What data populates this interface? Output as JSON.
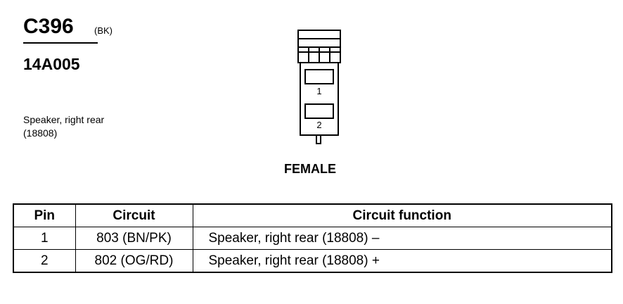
{
  "connector": {
    "id": "C396",
    "color": "(BK)",
    "part_number": "14A005",
    "description_line1": "Speaker, right rear",
    "description_line2": "(18808)",
    "gender": "FEMALE",
    "pin_labels": [
      "1",
      "2"
    ]
  },
  "table": {
    "headers": {
      "pin": "Pin",
      "circuit": "Circuit",
      "function": "Circuit function"
    },
    "rows": [
      {
        "pin": "1",
        "circuit": "803 (BN/PK)",
        "function": "Speaker, right rear (18808) –"
      },
      {
        "pin": "2",
        "circuit": "802 (OG/RD)",
        "function": "Speaker, right rear (18808) +"
      }
    ]
  }
}
